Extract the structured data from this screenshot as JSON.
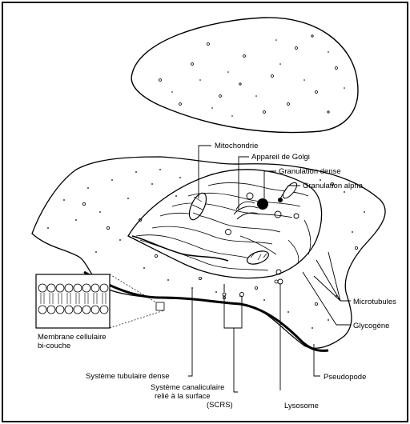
{
  "labels": {
    "mitochondrie": "Mitochondrie",
    "golgi": "Appareil de Golgi",
    "granulation_dense": "Granulation dense",
    "granulation_alpha": "Granulation alpha",
    "microtubules": "Microtubules",
    "glycogene": "Glycogène",
    "pseudopode": "Pseudopode",
    "lysosome": "Lysosome",
    "scrs_line1": "Système canaliculaire",
    "scrs_line2": "relié à la surface",
    "scrs_line3": "(SCRS)",
    "tubulaire": "Système tubulaire dense",
    "membrane_line1": "Membrane cellulaire",
    "membrane_line2": "bi-couche"
  },
  "colors": {
    "ink": "#000000",
    "background": "#ffffff"
  }
}
